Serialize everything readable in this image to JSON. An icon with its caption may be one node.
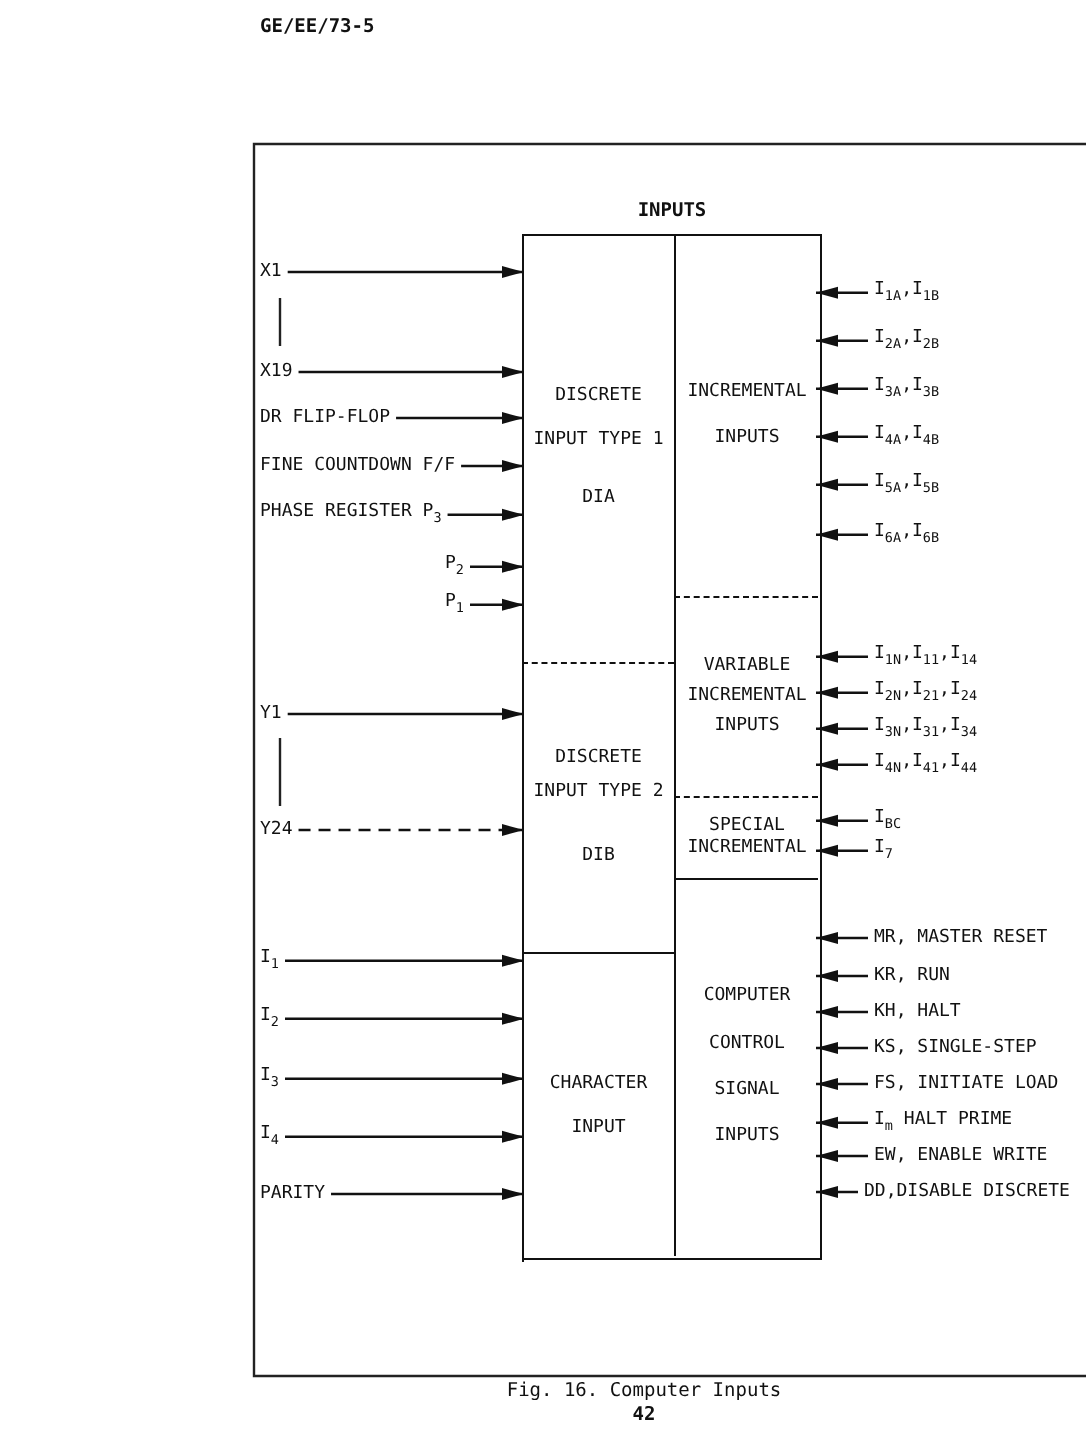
{
  "diagram": {
    "caption": "Fig. 16. Computer Inputs",
    "nodes": [
      {
        "text": [
          "INPUTS"
        ]
      },
      {
        "text": [
          "DISCRETE INPUT TYPE 1",
          "DIA"
        ],
        "in": 0
      },
      {
        "text": [
          "DISCRETE INPUT TYPE 2",
          "DIB"
        ],
        "in": 0
      },
      {
        "text": [
          "CHARACTER INPUT"
        ],
        "in": 0
      },
      {
        "text": [
          "INCREMENTAL INPUTS"
        ],
        "in": 0
      },
      {
        "text": [
          "VARIABLE INCREMENTAL INPUTS"
        ],
        "in": 0
      },
      {
        "text": [
          "SPECIAL INCREMENTAL"
        ],
        "in": 0
      },
      {
        "text": [
          "COMPUTER CONTROL SIGNAL INPUTS"
        ],
        "in": 0
      },
      {
        "text": [
          "X1"
        ]
      },
      {
        "text": [
          "X19"
        ]
      },
      {
        "text": [
          "DR FLIP-FLOP"
        ]
      },
      {
        "text": [
          "FINE COUNTDOWN F/F"
        ]
      },
      {
        "text": [
          "PHASE REGISTER P$_{3}$"
        ]
      },
      {
        "text": [
          "P$_{2}$"
        ]
      },
      {
        "text": [
          "P$_{1}$"
        ]
      },
      {
        "text": [
          "Y1"
        ]
      },
      {
        "text": [
          "Y24"
        ]
      },
      {
        "text": [
          "I$_{1}$"
        ]
      },
      {
        "text": [
          "I$_{2}$"
        ]
      },
      {
        "text": [
          "I$_{3}$"
        ]
      },
      {
        "text": [
          "I$_{4}$"
        ]
      },
      {
        "text": [
          "PARITY"
        ]
      },
      {
        "text": [
          "I$_{1A}$,I$_{1B}$"
        ]
      },
      {
        "text": [
          "I$_{2A}$,I$_{2B}$"
        ]
      },
      {
        "text": [
          "I$_{3A}$,I$_{3B}$"
        ]
      },
      {
        "text": [
          "I$_{4A}$,I$_{4B}$"
        ]
      },
      {
        "text": [
          "I$_{5A}$,I$_{5B}$"
        ]
      },
      {
        "text": [
          "I$_{6A}$,I$_{6B}$"
        ]
      },
      {
        "text": [
          "I$_{1N}$,I$_{11}$,I$_{14}$"
        ]
      },
      {
        "text": [
          "I$_{2N}$,I$_{21}$,I$_{24}$"
        ]
      },
      {
        "text": [
          "I$_{3N}$,I$_{31}$,I$_{34}$"
        ]
      },
      {
        "text": [
          "I$_{4N}$,I$_{41}$,I$_{44}$"
        ]
      },
      {
        "text": [
          "I$_{BC}$"
        ]
      },
      {
        "text": [
          "I$_{7}$"
        ]
      },
      {
        "text": [
          "MR, MASTER RESET"
        ]
      },
      {
        "text": [
          "KR, RUN"
        ]
      },
      {
        "text": [
          "KH, HALT"
        ]
      },
      {
        "text": [
          "KS, SINGLE-STEP"
        ]
      },
      {
        "text": [
          "FS, INITIATE LOAD"
        ]
      },
      {
        "text": [
          "I$_{m}$ HALT PRIME"
        ]
      },
      {
        "text": [
          "EW, ENABLE WRITE"
        ]
      },
      {
        "text": [
          "DD,DISABLE DISCRETE"
        ]
      }
    ],
    "edges": [
      {
        "from": 8,
        "to": 1,
        "arrow": "to"
      },
      {
        "from": 9,
        "to": 1,
        "arrow": "to"
      },
      {
        "from": 10,
        "to": 1,
        "arrow": "to"
      },
      {
        "from": 11,
        "to": 1,
        "arrow": "to"
      },
      {
        "from": 12,
        "to": 1,
        "arrow": "to"
      },
      {
        "from": 13,
        "to": 1,
        "arrow": "to"
      },
      {
        "from": 14,
        "to": 1,
        "arrow": "to"
      },
      {
        "from": 15,
        "to": 2,
        "arrow": "to"
      },
      {
        "from": 16,
        "to": 2,
        "arrow": "to",
        "style": "dashed"
      },
      {
        "from": 17,
        "to": 3,
        "arrow": "to"
      },
      {
        "from": 18,
        "to": 3,
        "arrow": "to"
      },
      {
        "from": 19,
        "to": 3,
        "arrow": "to"
      },
      {
        "from": 20,
        "to": 3,
        "arrow": "to"
      },
      {
        "from": 21,
        "to": 3,
        "arrow": "to"
      },
      {
        "from": 22,
        "to": 4,
        "arrow": "to"
      },
      {
        "from": 23,
        "to": 4,
        "arrow": "to"
      },
      {
        "from": 24,
        "to": 4,
        "arrow": "to"
      },
      {
        "from": 25,
        "to": 4,
        "arrow": "to"
      },
      {
        "from": 26,
        "to": 4,
        "arrow": "to"
      },
      {
        "from": 27,
        "to": 4,
        "arrow": "to"
      },
      {
        "from": 28,
        "to": 5,
        "arrow": "to"
      },
      {
        "from": 29,
        "to": 5,
        "arrow": "to"
      },
      {
        "from": 30,
        "to": 5,
        "arrow": "to"
      },
      {
        "from": 31,
        "to": 5,
        "arrow": "to"
      },
      {
        "from": 32,
        "to": 6,
        "arrow": "to"
      },
      {
        "from": 33,
        "to": 6,
        "arrow": "to"
      },
      {
        "from": 34,
        "to": 7,
        "arrow": "to"
      },
      {
        "from": 35,
        "to": 7,
        "arrow": "to"
      },
      {
        "from": 36,
        "to": 7,
        "arrow": "to"
      },
      {
        "from": 37,
        "to": 7,
        "arrow": "to"
      },
      {
        "from": 38,
        "to": 7,
        "arrow": "to"
      },
      {
        "from": 39,
        "to": 7,
        "arrow": "to"
      },
      {
        "from": 40,
        "to": 7,
        "arrow": "to"
      },
      {
        "from": 41,
        "to": 7,
        "arrow": "to"
      }
    ],
    "labels": [
      "GE/EE/73-5",
      "42"
    ]
  }
}
